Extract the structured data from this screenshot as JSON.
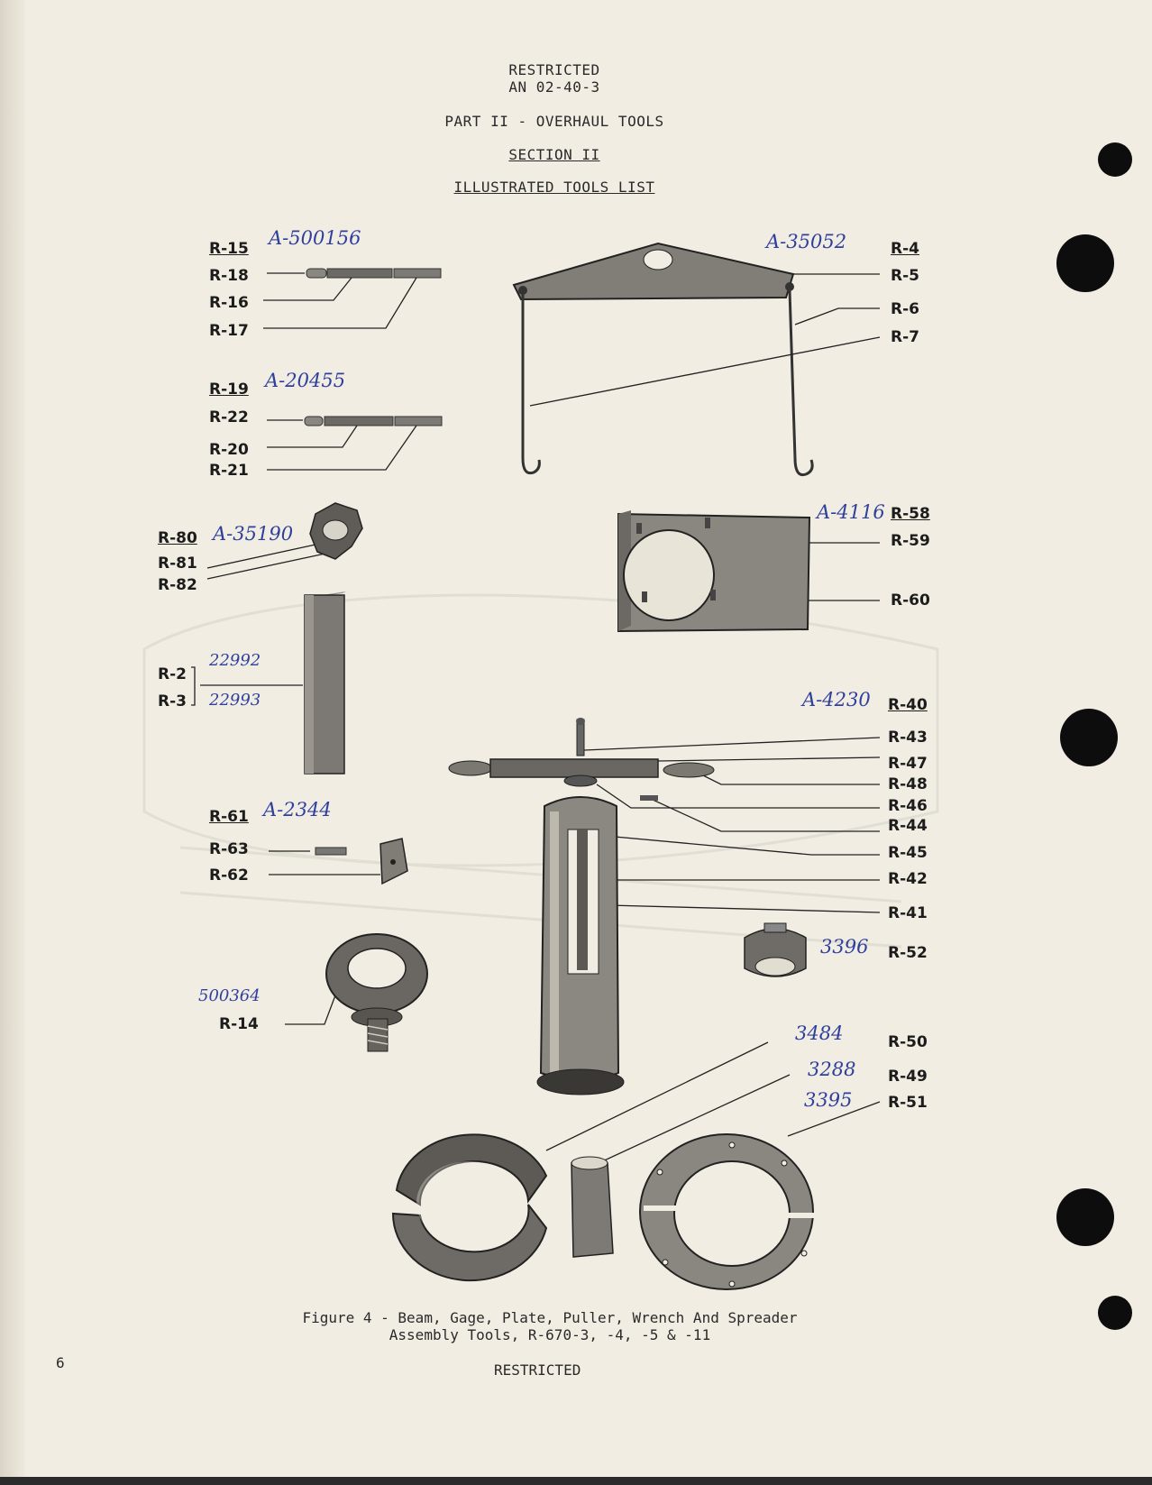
{
  "header": {
    "classification": "RESTRICTED",
    "doc_number": "AN 02-40-3",
    "part": "PART II - OVERHAUL TOOLS",
    "section": "SECTION II",
    "list_title": "ILLUSTRATED TOOLS LIST"
  },
  "labels": {
    "r15": "R-15",
    "r18": "R-18",
    "r16": "R-16",
    "r17": "R-17",
    "r19": "R-19",
    "r22": "R-22",
    "r20": "R-20",
    "r21": "R-21",
    "r80": "R-80",
    "r81": "R-81",
    "r82": "R-82",
    "r2": "R-2",
    "r3": "R-3",
    "r61": "R-61",
    "r63": "R-63",
    "r62": "R-62",
    "r14": "R-14",
    "r4": "R-4",
    "r5": "R-5",
    "r6": "R-6",
    "r7": "R-7",
    "r58": "R-58",
    "r59": "R-59",
    "r60": "R-60",
    "r40": "R-40",
    "r43": "R-43",
    "r47": "R-47",
    "r48": "R-48",
    "r46": "R-46",
    "r44": "R-44",
    "r45": "R-45",
    "r42": "R-42",
    "r41": "R-41",
    "r52": "R-52",
    "r50": "R-50",
    "r49": "R-49",
    "r51": "R-51"
  },
  "handwritten": {
    "a500156": "A-500156",
    "a20455": "A-20455",
    "a35190": "A-35190",
    "n22992": "22992",
    "n22993": "22993",
    "a2344": "A-2344",
    "n500364": "500364",
    "a35052": "A-35052",
    "a4116": "A-4116",
    "a4230": "A-4230",
    "n3396": "3396",
    "n3484": "3484",
    "n3288": "3288",
    "n3395": "3395"
  },
  "caption": {
    "line1": "Figure 4 - Beam, Gage, Plate, Puller, Wrench And Spreader",
    "line2": "Assembly Tools, R-670-3, -4, -5 & -11"
  },
  "footer": {
    "page_number": "6",
    "classification": "RESTRICTED"
  }
}
